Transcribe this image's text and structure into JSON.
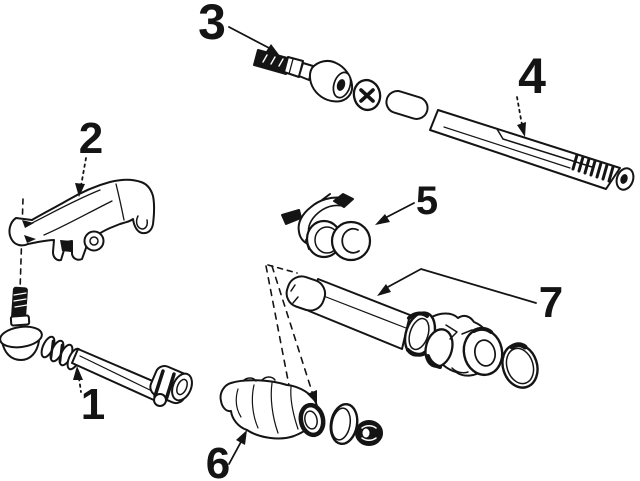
{
  "diagram": {
    "type": "exploded-parts-line-drawing",
    "colors": {
      "paper": "#ffffff",
      "ink": "#141414"
    },
    "callouts": [
      {
        "number": "1"
      },
      {
        "number": "2"
      },
      {
        "number": "3"
      },
      {
        "number": "4"
      },
      {
        "number": "5"
      },
      {
        "number": "6"
      },
      {
        "number": "7"
      }
    ]
  }
}
